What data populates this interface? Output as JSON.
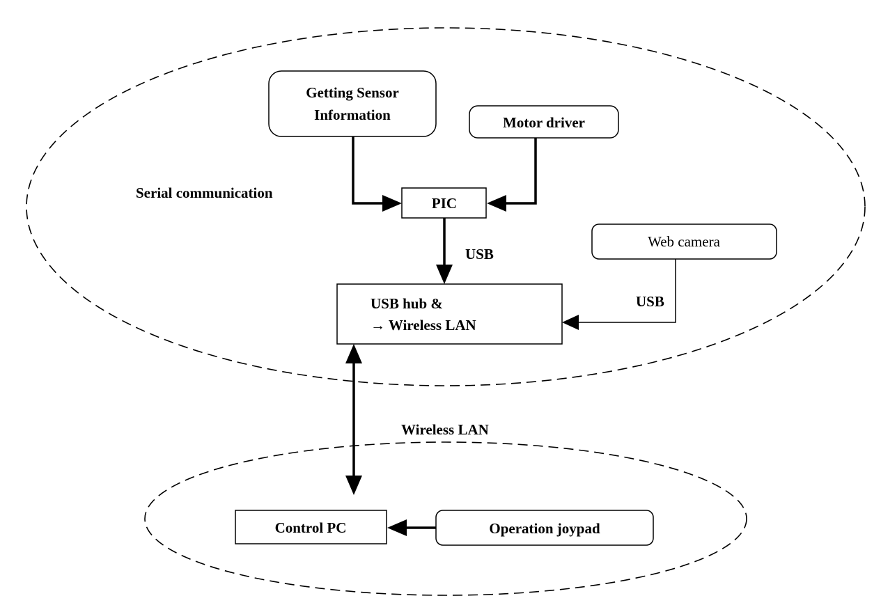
{
  "nodes": {
    "sensor": {
      "line1": "Getting Sensor",
      "line2": "Information"
    },
    "motor": {
      "label": "Motor driver"
    },
    "pic": {
      "label": "PIC"
    },
    "webcam": {
      "label": "Web camera"
    },
    "hub": {
      "line1": "USB hub &",
      "line2": "→ Wireless LAN"
    },
    "control_pc": {
      "label": "Control PC"
    },
    "joypad": {
      "label": "Operation joypad"
    }
  },
  "edge_labels": {
    "serial": "Serial communication",
    "usb_pic_hub": "USB",
    "usb_webcam_hub": "USB",
    "wireless": "Wireless LAN"
  }
}
